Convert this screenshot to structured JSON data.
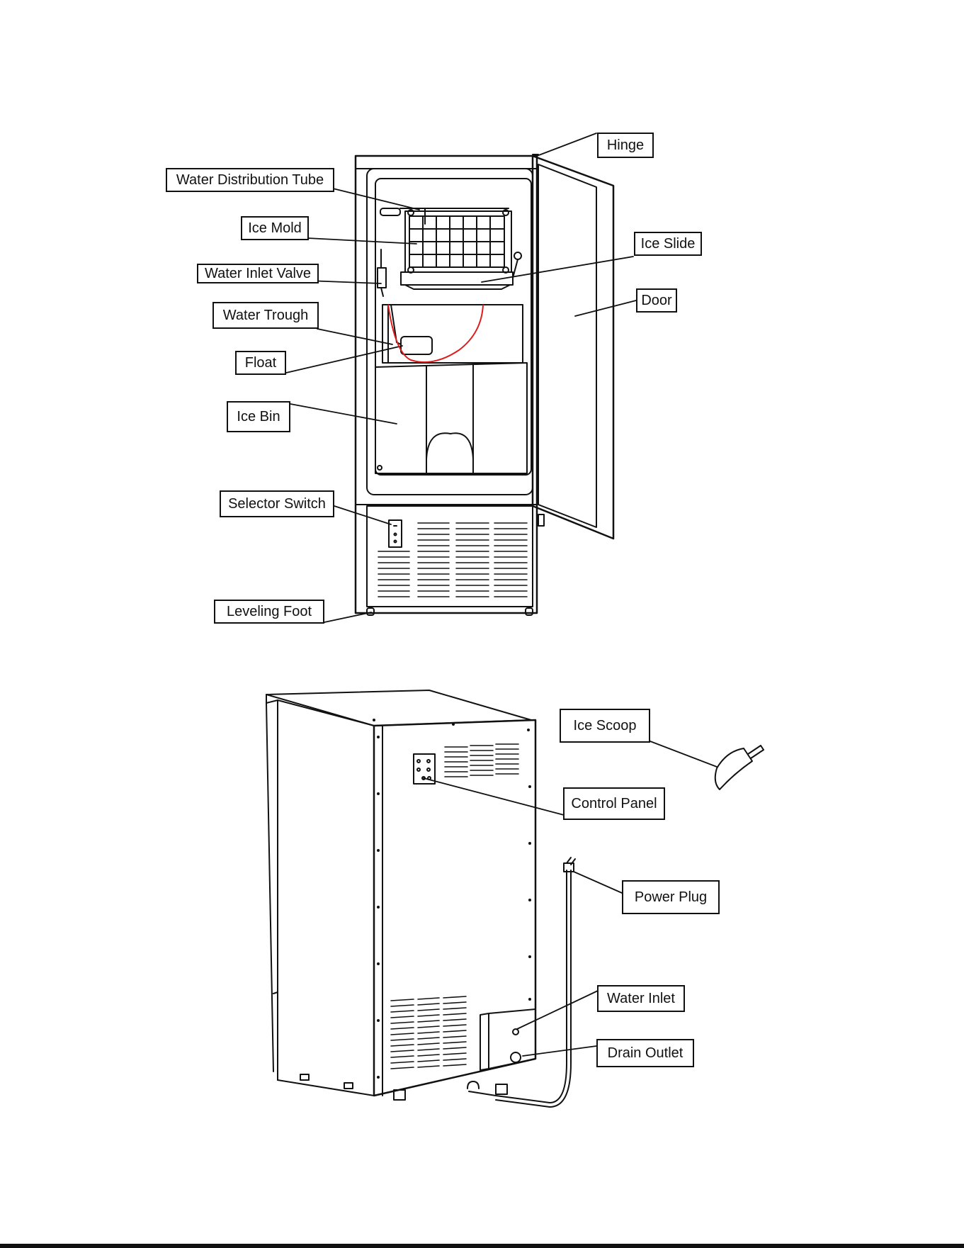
{
  "labels": {
    "hinge": "Hinge",
    "water_distribution_tube": "Water Distribution Tube",
    "ice_mold": "Ice Mold",
    "ice_slide": "Ice Slide",
    "water_inlet_valve": "Water Inlet Valve",
    "door": "Door",
    "water_trough": "Water Trough",
    "float": "Float",
    "ice_bin": "Ice Bin",
    "selector_switch": "Selector Switch",
    "leveling_foot": "Leveling Foot",
    "ice_scoop": "Ice Scoop",
    "control_panel": "Control Panel",
    "power_plug": "Power Plug",
    "water_inlet": "Water Inlet",
    "drain_outlet": "Drain Outlet"
  },
  "colors": {
    "line": "#111111",
    "water_tube": "#e01b1b",
    "background": "#ffffff"
  }
}
